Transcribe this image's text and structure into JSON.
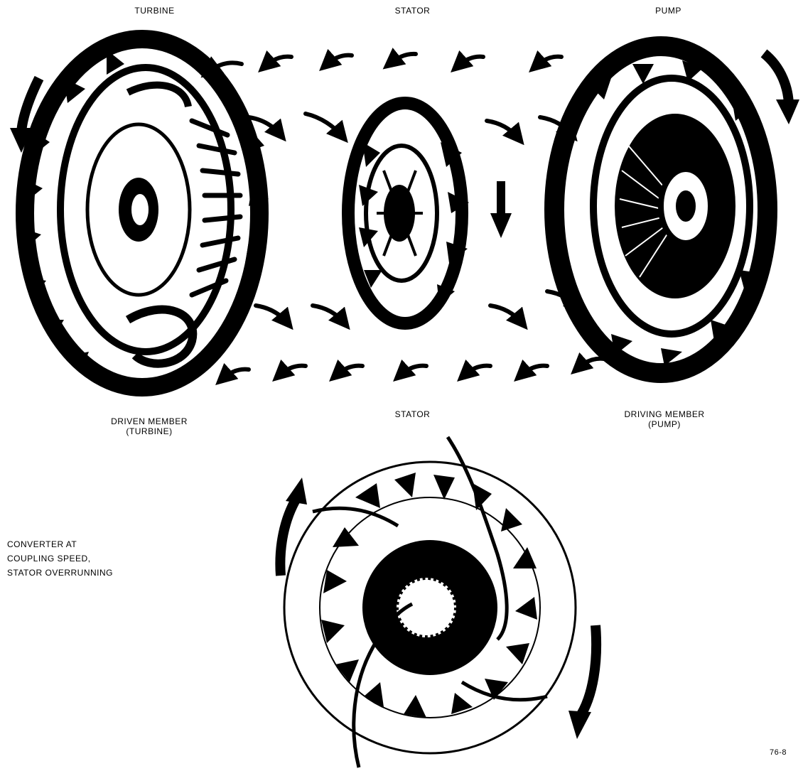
{
  "labels": {
    "top_turbine": "TURBINE",
    "top_stator": "STATOR",
    "top_pump": "PUMP",
    "driven_member": [
      "DRIVEN MEMBER",
      "(TURBINE)"
    ],
    "middle_stator": "STATOR",
    "driving_member": [
      "DRIVING MEMBER",
      "(PUMP)"
    ],
    "converter_caption": [
      "CONVERTER AT",
      "COUPLING SPEED,",
      "STATOR OVERRUNNING"
    ],
    "figure_id": "76-8"
  },
  "colors": {
    "ink": "#000000",
    "paper": "#ffffff"
  },
  "icons": {
    "turbine": "turbine-wheel-illustration",
    "stator": "stator-wheel-illustration",
    "pump": "pump-wheel-illustration",
    "assembly": "converter-assembly-illustration",
    "flow": "flow-arrow-icon"
  }
}
